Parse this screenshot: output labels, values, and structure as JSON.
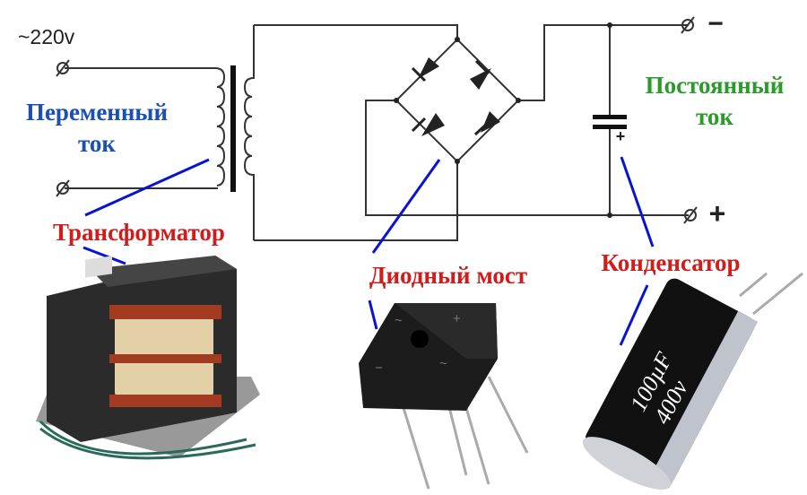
{
  "input_voltage": "~220v",
  "labels": {
    "ac_current": [
      "Переменный",
      "ток"
    ],
    "dc_current": [
      "Постоянный",
      "ток"
    ],
    "transformer": "Трансформатор",
    "diode_bridge": "Диодный мост",
    "capacitor": "Конденсатор"
  },
  "terminals": {
    "negative": "−",
    "positive": "+",
    "capacitor_polarity": "+"
  },
  "capacitor_marking": [
    "100µF",
    "400v"
  ],
  "bridge_marking": [
    "~",
    "+",
    "~",
    "−"
  ],
  "colors": {
    "ac_label": "#1a4fb5",
    "dc_label": "#2a9a2a",
    "component_label": "#d41b1b",
    "pointer_line": "#0a14d0",
    "wire": "#333333"
  }
}
